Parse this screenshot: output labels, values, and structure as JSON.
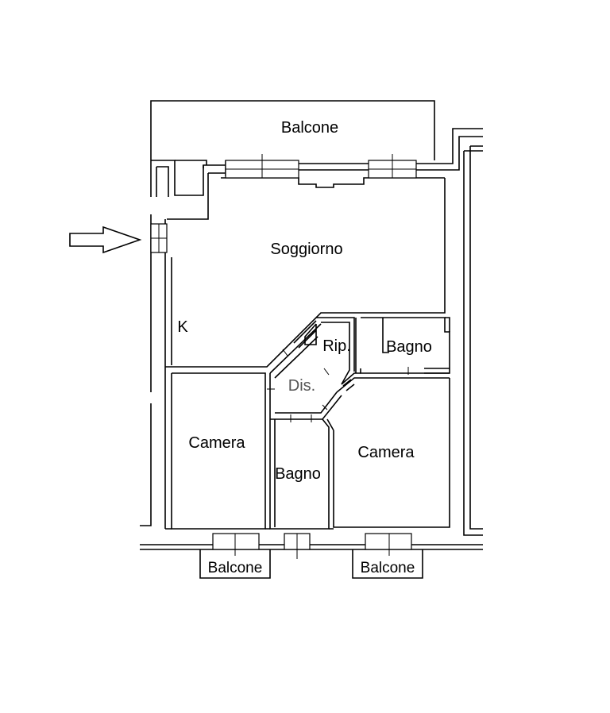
{
  "rooms": {
    "balcone_top": "Balcone",
    "soggiorno": "Soggiorno",
    "kitchen": "K",
    "ripostiglio": "Rip.",
    "bagno_right": "Bagno",
    "disimpegno": "Dis.",
    "camera_left": "Camera",
    "bagno_center": "Bagno",
    "camera_right": "Camera",
    "balcone_bottom_left": "Balcone",
    "balcone_bottom_right": "Balcone"
  },
  "colors": {
    "line": "#000000",
    "background": "#ffffff",
    "secondary_label": "#555555"
  },
  "icons": {
    "entrance": "entrance-arrow-icon"
  }
}
